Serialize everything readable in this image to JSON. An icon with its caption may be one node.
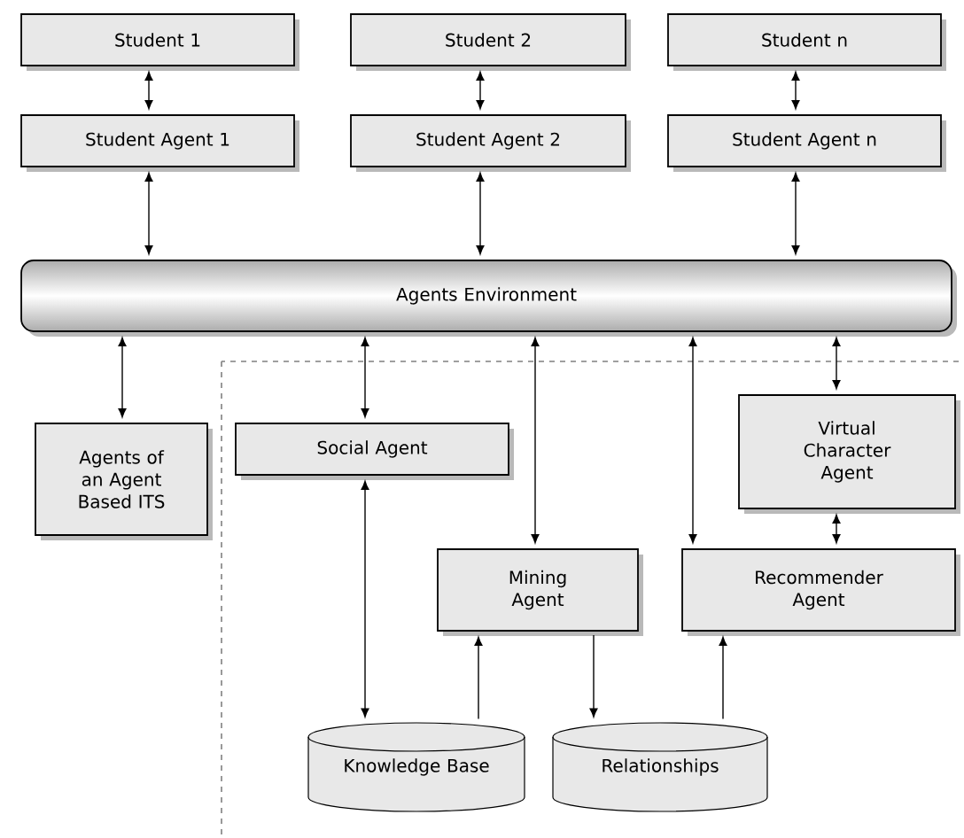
{
  "diagram": {
    "nodes": [
      {
        "text": [
          "Student 1"
        ]
      },
      {
        "text": [
          "Student 2"
        ]
      },
      {
        "text": [
          "Student n"
        ]
      },
      {
        "text": [
          "Student Agent 1"
        ]
      },
      {
        "text": [
          "Student Agent 2"
        ]
      },
      {
        "text": [
          "Student Agent n"
        ]
      },
      {
        "text": [
          "Agents Environment"
        ]
      },
      {
        "text": [
          "Agents of an Agent Based ITS"
        ]
      },
      {
        "text": [
          "Social Agent"
        ]
      },
      {
        "text": [
          "Virtual Character Agent"
        ]
      },
      {
        "text": [
          "Mining Agent"
        ]
      },
      {
        "text": [
          "Recommender Agent"
        ]
      },
      {
        "text": [
          "Knowledge Base"
        ]
      },
      {
        "text": [
          "Relationships"
        ]
      }
    ],
    "edges": [
      {
        "from": 0,
        "to": 3,
        "arrow": "both"
      },
      {
        "from": 1,
        "to": 4,
        "arrow": "both"
      },
      {
        "from": 2,
        "to": 5,
        "arrow": "both"
      },
      {
        "from": 3,
        "to": 6,
        "arrow": "both"
      },
      {
        "from": 4,
        "to": 6,
        "arrow": "both"
      },
      {
        "from": 5,
        "to": 6,
        "arrow": "both"
      },
      {
        "from": 6,
        "to": 7,
        "arrow": "both"
      },
      {
        "from": 6,
        "to": 8,
        "arrow": "both"
      },
      {
        "from": 6,
        "to": 10,
        "arrow": "both"
      },
      {
        "from": 6,
        "to": 11,
        "arrow": "both"
      },
      {
        "from": 6,
        "to": 9,
        "arrow": "both"
      },
      {
        "from": 8,
        "to": 12,
        "arrow": "both"
      },
      {
        "from": 12,
        "to": 10,
        "arrow": "to"
      },
      {
        "from": 10,
        "to": 13,
        "arrow": "to"
      },
      {
        "from": 13,
        "to": 11,
        "arrow": "to"
      },
      {
        "from": 9,
        "to": 11,
        "arrow": "both"
      }
    ]
  }
}
